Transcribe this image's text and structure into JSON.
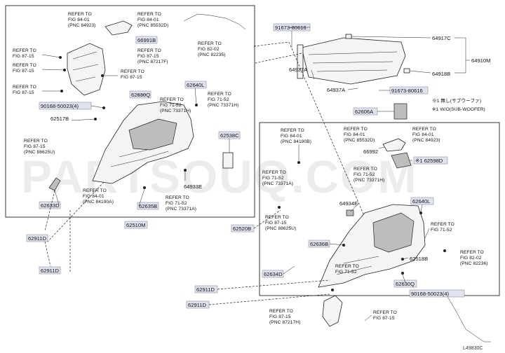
{
  "diagram": {
    "drawing_code": "L49830C",
    "watermark": "PARTSOUQ.COM",
    "box_labels": {
      "left": "62510M",
      "right": "62520B"
    },
    "notes": [
      "※1 無し(サブウーファ)",
      "※1 W/O(SUB-WOOFER)"
    ],
    "left_refs": [
      [
        "REFER TO",
        "FIG 84-01",
        "(PNC 84923)"
      ],
      [
        "REFER TO",
        "FIG 84-01",
        "(PNC 85532D)"
      ],
      [
        "REFER TO",
        "FIG 87-15"
      ],
      [
        "REFER TO",
        "FIG 87-15"
      ],
      [
        "REFER TO",
        "FIG 87-15",
        "(PNC 87217F)"
      ],
      [
        "REFER TO",
        "FIG 87-15"
      ],
      [
        "REFER TO",
        "FIG 87-15"
      ],
      [
        "REFER TO",
        "FIG 71-52",
        "(PNC 73371H)"
      ],
      [
        "REFER TO",
        "FIG 71-52",
        "(PNC 73371H)"
      ],
      [
        "REFER TO",
        "FIG 87-15",
        "(PNC 88625U)"
      ],
      [
        "REFER TO",
        "FIG 84-01",
        "(PNC 84190A)"
      ],
      [
        "REFER TO",
        "FIG 71-52",
        "(PNC 73371A)"
      ],
      [
        "REFER TO",
        "FIG 82-02",
        "(PNC 82235)"
      ]
    ],
    "left_parts": [
      "66991B",
      "62630Q",
      "62640L",
      "90168-50023(4)",
      "62517B",
      "62538C",
      "64933E",
      "62633D",
      "62635B",
      "62911D",
      "62911D"
    ],
    "right_refs": [
      [
        "REFER TO",
        "FIG 84-01",
        "(PNC 84190B)"
      ],
      [
        "REFER TO",
        "FIG 84-01",
        "(PNC 85532D)"
      ],
      [
        "REFER TO",
        "FIG 84-01",
        "(PNC 84923)"
      ],
      [
        "REFER TO",
        "FIG 71-52",
        "(PNC 73371A)"
      ],
      [
        "REFER TO",
        "FIG 71-52",
        "(PNC 73371H)"
      ],
      [
        "REFER TO",
        "FIG 87-15",
        "(PNC 88625U)"
      ],
      [
        "REFER TO",
        "FIG 71-52"
      ],
      [
        "REFER TO",
        "FIG 71-52"
      ],
      [
        "REFER TO",
        "FIG 82-02",
        "(PNC 82236)"
      ],
      [
        "REFER TO",
        "FIG 87-15",
        "(PNC 87217H)"
      ],
      [
        "REFER TO",
        "FIG 87-15"
      ]
    ],
    "top_parts": [
      "91673-80616",
      "64937A",
      "64937A",
      "91673-80616",
      "62606A",
      "64917C",
      "64910M",
      "64918B"
    ],
    "right_parts": [
      "66992",
      "※1 62598D",
      "64934E",
      "62640L",
      "62636B",
      "62634D",
      "62518B",
      "62630Q",
      "90168-50023(4)",
      "62911D",
      "62911D"
    ]
  }
}
